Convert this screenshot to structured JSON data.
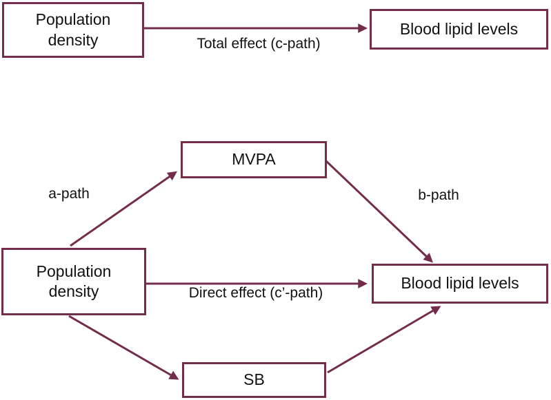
{
  "colors": {
    "accent": "#732d4b",
    "text": "#111111",
    "background": "#ffffff"
  },
  "total_effect_model": {
    "predictor_box": "Population density",
    "outcome_box": "Blood lipid levels",
    "arrow_label": "Total effect (c-path)"
  },
  "mediation_model": {
    "predictor_box": "Population density",
    "mediator_top_box": "MVPA",
    "mediator_bottom_box": "SB",
    "outcome_box": "Blood lipid levels",
    "a_path_label": "a-path",
    "b_path_label": "b-path",
    "direct_effect_label": "Direct effect (c’-path)"
  }
}
